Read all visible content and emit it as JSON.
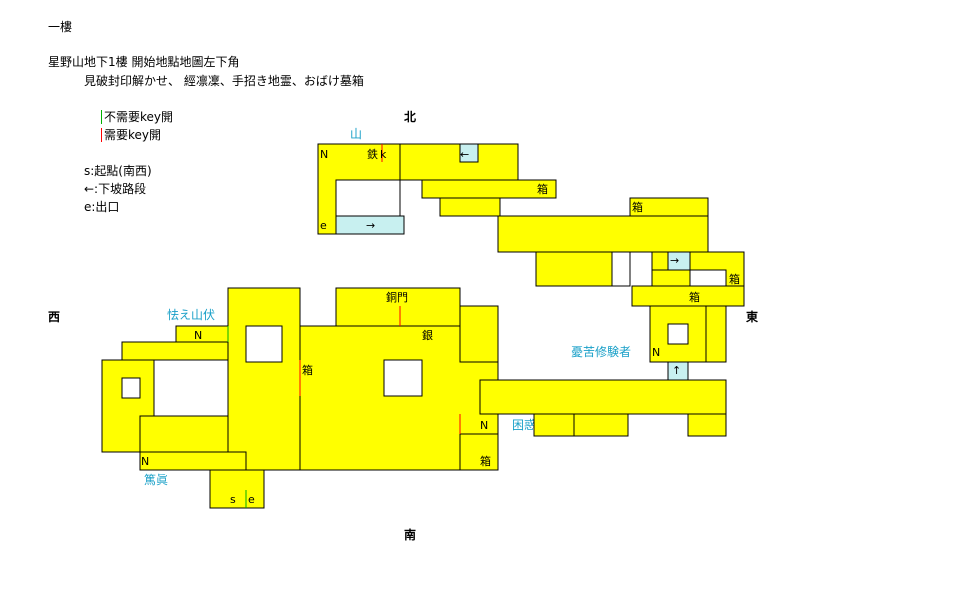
{
  "header": {
    "title": "一樓",
    "subtitle": "星野山地下1樓 開始地點地圖左下角",
    "monsters": "見破封印解かせ、 經凛凜、手招き地霊、おばけ墓箱"
  },
  "legend": {
    "no_key": "不需要key開",
    "need_key": "需要key開",
    "start": "s:起點(南西)",
    "stairs": "←:下坡路段",
    "exit": "e:出口"
  },
  "directions": {
    "north": "北",
    "south": "南",
    "west": "西",
    "east": "東"
  },
  "npcs": {
    "mountain": "山",
    "timid_monk": "怯え山伏",
    "ascetic": "憂苦修験者",
    "troubled_nun": "困惑尼僧",
    "devout": "篤眞"
  },
  "map_labels": {
    "n": "N",
    "s": "s",
    "e": "e",
    "iron_door": "鉄",
    "k": "k",
    "chest": "箱",
    "bronze_door": "銅門",
    "silver": "銀",
    "arrow_left": "←",
    "arrow_right": "→",
    "arrow_up": "↑"
  },
  "colors": {
    "floor": "#ffff00",
    "wall": "#000000",
    "stairs": "#c8f0f0",
    "npc": "#1aa0c8",
    "no_key_line": "#00b000",
    "need_key_line": "#ff0000"
  }
}
